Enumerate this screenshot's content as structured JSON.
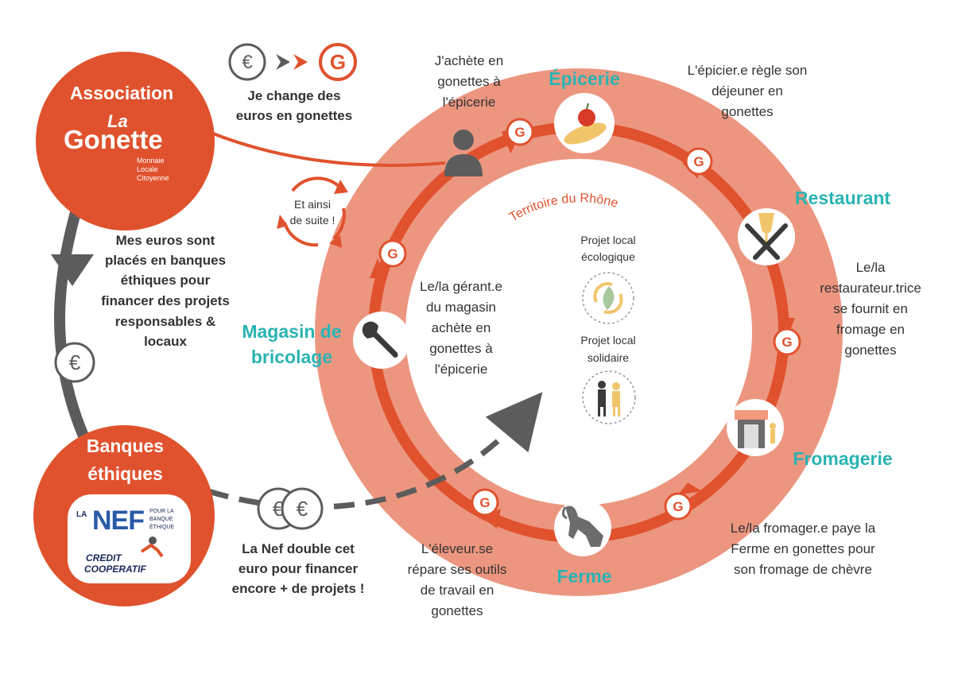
{
  "association": {
    "title": "Association",
    "logo_la": "La",
    "logo_gonette": "Gonette",
    "logo_sub1": "Monnaie",
    "logo_sub2": "Locale",
    "logo_sub3": "Citoyenne"
  },
  "exchange": {
    "line1": "Je change des",
    "line2": "euros en gonettes"
  },
  "banks_text": [
    "Mes euros sont",
    "placés en banques",
    "éthiques pour",
    "financer des projets",
    "responsables &",
    "locaux"
  ],
  "banques": {
    "title1": "Banques",
    "title2": "éthiques",
    "nef_la": "LA",
    "nef": "NEF",
    "nef_sub1": "POUR LA",
    "nef_sub2": "BANQUE",
    "nef_sub3": "ÉTHIQUE",
    "cc1": "CREDIT",
    "cc2": "COOPERATIF"
  },
  "nef_text": [
    "La Nef double cet",
    "euro pour financer",
    "encore + de projets !"
  ],
  "ainsi": [
    "Et ainsi",
    "de suite !"
  ],
  "territoire": "Territoire du Rhône",
  "nodes": {
    "epicerie": "Épicerie",
    "restaurant": "Restaurant",
    "fromagerie": "Fromagerie",
    "ferme": "Ferme",
    "magasin1": "Magasin de",
    "magasin2": "bricolage"
  },
  "descriptions": {
    "achete": [
      "J'achète en",
      "gonettes à",
      "l'épicerie"
    ],
    "epicier": [
      "L'épicier.e règle son",
      "déjeuner en",
      "gonettes"
    ],
    "restaurateur": [
      "Le/la",
      "restaurateur.trice",
      "se fournit en",
      "fromage en",
      "gonettes"
    ],
    "fromager": [
      "Le/la fromager.e paye la",
      "Ferme en gonettes pour",
      "son fromage de chèvre"
    ],
    "eleveur": [
      "L'éleveur.se",
      "répare ses outils",
      "de travail en",
      "gonettes"
    ],
    "gerant": [
      "Le/la gérant.e",
      "du magasin",
      "achète en",
      "gonettes à",
      "l'épicerie"
    ]
  },
  "projects": {
    "eco1": "Projet local",
    "eco2": "écologique",
    "sol1": "Projet local",
    "sol2": "solidaire"
  },
  "colors": {
    "orange": "#e0522e",
    "salmon": "#ec9680",
    "teal": "#2ab3b3",
    "grey": "#5c5c5c"
  },
  "icons": [
    "euro-icon",
    "gonette-icon",
    "user-icon",
    "bread-apple-icon",
    "cutlery-glass-icon",
    "shop-icon",
    "goat-icon",
    "wrench-icon",
    "leaf-icon",
    "people-icon"
  ]
}
